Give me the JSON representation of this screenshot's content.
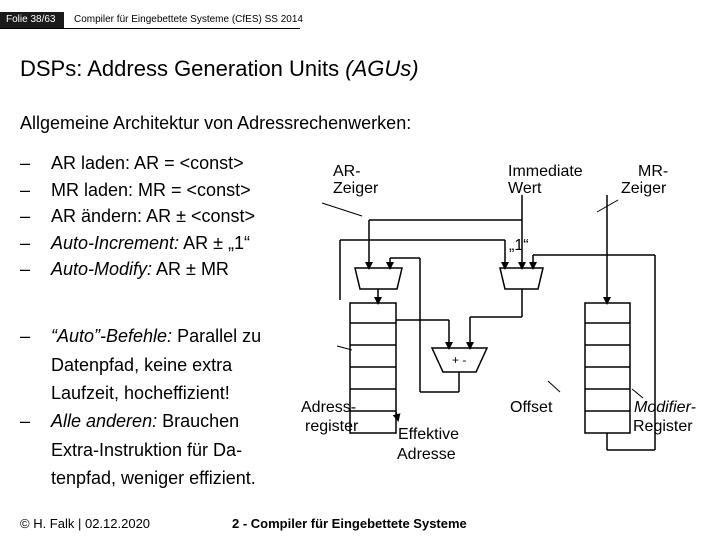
{
  "header": {
    "slide_counter": "Folie 38/63",
    "course": "Compiler für Eingebettete Systeme (CfES) SS 2014"
  },
  "title": {
    "main": "DSPs: Address Generation Units ",
    "italic": "(AGUs)"
  },
  "subtitle": "Allgemeine Architektur von Adressrechenwerken:",
  "bullets": [
    {
      "dash": "–",
      "prefix": "",
      "text": "AR laden: AR = <const>"
    },
    {
      "dash": "–",
      "prefix": "",
      "text": "MR laden: MR = <const>"
    },
    {
      "dash": "–",
      "prefix": "",
      "text": "AR ändern: AR ± <const>"
    },
    {
      "dash": "–",
      "prefix": "Auto-Increment:",
      "text": " AR ± „1“"
    },
    {
      "dash": "–",
      "prefix": "Auto-Modify:",
      "text": " AR ± MR"
    }
  ],
  "para1": {
    "dash": "–",
    "prefix": "“Auto”-Befehle:",
    "line1": " Parallel zu",
    "line2": "Datenpfad, keine extra",
    "line3": "Laufzeit, hocheffizient!"
  },
  "para2": {
    "dash": "–",
    "prefix": "Alle anderen:",
    "line1": " Brauchen",
    "line2": "Extra-Instruktion für Da-",
    "line3": "tenpfad, weniger effizient."
  },
  "diagram": {
    "ar_pointer": [
      "AR-",
      "Zeiger"
    ],
    "immediate": [
      "Immediate",
      "Wert"
    ],
    "mr_pointer": [
      "MR-",
      "Zeiger"
    ],
    "one_label": "„1“",
    "plusminus": "+ -",
    "address_register": [
      "Adress-",
      "register"
    ],
    "effective_address": [
      "Effektive",
      "Adresse"
    ],
    "offset": "Offset",
    "modifier_register": [
      "Modifier-",
      "Register"
    ]
  },
  "footer": {
    "author_date": "© H. Falk | 02.12.2020",
    "course": "2 - Compiler für Eingebettete Systeme"
  }
}
